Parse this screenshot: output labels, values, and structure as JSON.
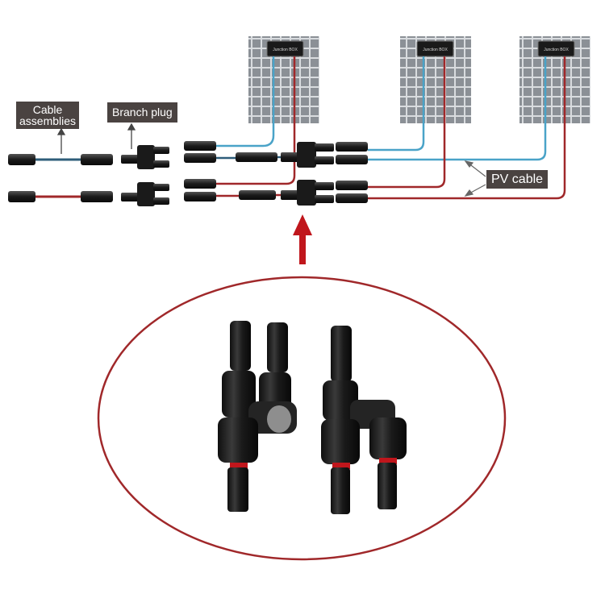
{
  "labels": {
    "cable_assemblies_line1": "Cable",
    "cable_assemblies_line2": "assemblies",
    "branch_plug": "Branch plug",
    "pv_cable": "PV cable"
  },
  "panels": [
    {
      "junction_box_text": "Junction BOX"
    },
    {
      "junction_box_text": "Junction BOX"
    },
    {
      "junction_box_text": "Junction BOX"
    }
  ],
  "colors": {
    "label_bg": "#4a4341",
    "blue_cable": "#4aa3c8",
    "red_cable": "#a0282a",
    "panel_cell": "#8b9096",
    "connector": "#1c1c1c",
    "ellipse": "#a0282a",
    "arrow": "#c0161c"
  }
}
